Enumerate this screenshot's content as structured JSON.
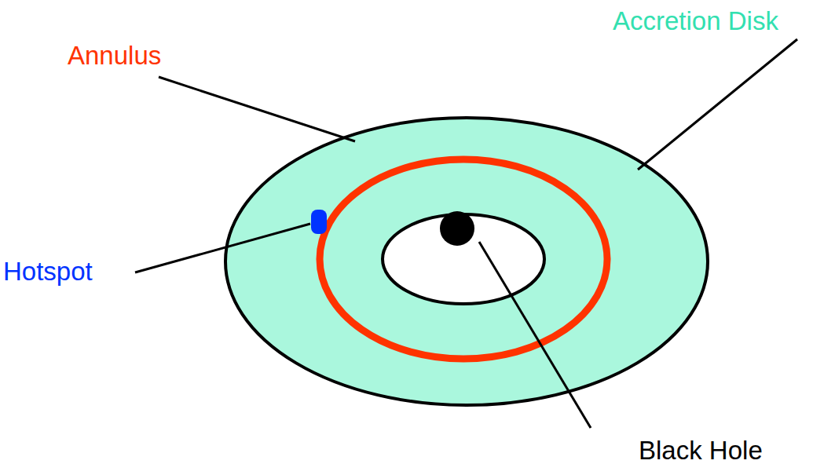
{
  "diagram": {
    "labels": [
      "Annulus",
      "Accretion Disk",
      "Hotspot",
      "Black Hole"
    ]
  }
}
